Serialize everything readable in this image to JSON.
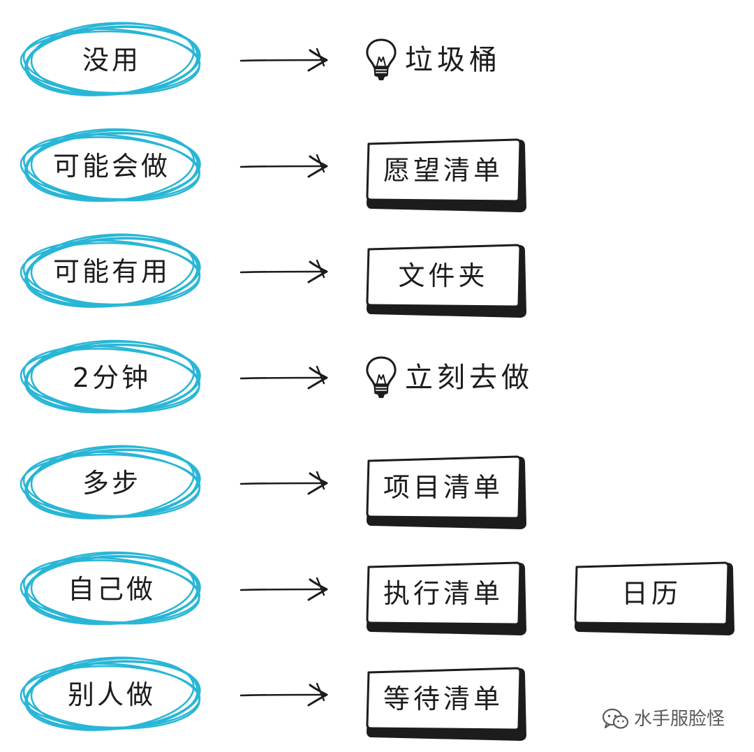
{
  "colors": {
    "ellipse_stroke": "#29b6d6",
    "ink": "#1c1c1c",
    "box_fill": "#ffffff",
    "watermark": "#5a5a5a"
  },
  "rows": [
    {
      "input": "没用",
      "dest": {
        "kind": "bulb",
        "label": "垃圾桶",
        "icon": "lightbulb-icon"
      }
    },
    {
      "input": "可能会做",
      "dest": {
        "kind": "box",
        "label": "愿望清单"
      }
    },
    {
      "input": "可能有用",
      "dest": {
        "kind": "box",
        "label": "文件夹"
      }
    },
    {
      "input": "2分钟",
      "dest": {
        "kind": "bulb",
        "label": "立刻去做",
        "icon": "lightbulb-icon"
      }
    },
    {
      "input": "多步",
      "dest": {
        "kind": "box",
        "label": "项目清单"
      }
    },
    {
      "input": "自己做",
      "dest": {
        "kind": "box",
        "label": "执行清单"
      },
      "extra": {
        "kind": "box",
        "label": "日历"
      }
    },
    {
      "input": "别人做",
      "dest": {
        "kind": "box",
        "label": "等待清单"
      }
    }
  ],
  "watermark": {
    "icon": "wechat-icon",
    "text": "水手服脸怪"
  }
}
